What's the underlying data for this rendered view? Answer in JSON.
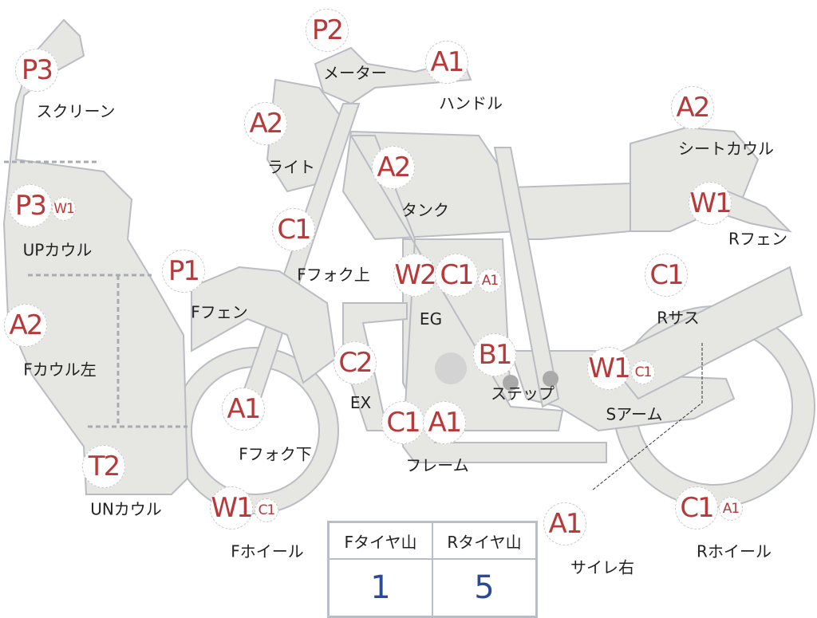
{
  "parts": [
    {
      "codes": [
        "P3"
      ],
      "label": "スクリーン"
    },
    {
      "codes": [
        "P2"
      ],
      "label": "メーター"
    },
    {
      "codes": [
        "A1"
      ],
      "label": "ハンドル"
    },
    {
      "codes": [
        "A2"
      ],
      "label": "ライト"
    },
    {
      "codes": [
        "A2"
      ],
      "label": "シートカウル"
    },
    {
      "codes": [
        "A2"
      ],
      "label": "タンク"
    },
    {
      "codes": [
        "P3",
        "W1"
      ],
      "label": "UPカウル"
    },
    {
      "codes": [
        "W1"
      ],
      "label": "Rフェン"
    },
    {
      "codes": [
        "C1"
      ],
      "label": "Fフォク上"
    },
    {
      "codes": [
        "P1"
      ],
      "label": "Fフェン"
    },
    {
      "codes": [
        "W2",
        "C1",
        "A1"
      ],
      "label": "EG"
    },
    {
      "codes": [
        "C1"
      ],
      "label": "Rサス"
    },
    {
      "codes": [
        "A2"
      ],
      "label": "Fカウル左"
    },
    {
      "codes": [
        "C2"
      ],
      "label": "EX"
    },
    {
      "codes": [
        "B1"
      ],
      "label": "ステップ"
    },
    {
      "codes": [
        "W1",
        "C1"
      ],
      "label": "Sアーム"
    },
    {
      "codes": [
        "A1"
      ],
      "label": "Fフォク下"
    },
    {
      "codes": [
        "C1",
        "A1"
      ],
      "label": "フレーム"
    },
    {
      "codes": [
        "T2"
      ],
      "label": "UNカウル"
    },
    {
      "codes": [
        "W1",
        "C1"
      ],
      "label": "Fホイール"
    },
    {
      "codes": [
        "A1"
      ],
      "label": "サイレ右"
    },
    {
      "codes": [
        "C1",
        "A1"
      ],
      "label": "Rホイール"
    }
  ],
  "tire_table": {
    "headers": [
      "Fタイヤ山",
      "Rタイヤ山"
    ],
    "values": [
      "1",
      "5"
    ]
  },
  "colors": {
    "code": "#b8393a",
    "value": "#2a4a9a",
    "body": "#e6e6e3",
    "outline": "#b9bcc2"
  }
}
